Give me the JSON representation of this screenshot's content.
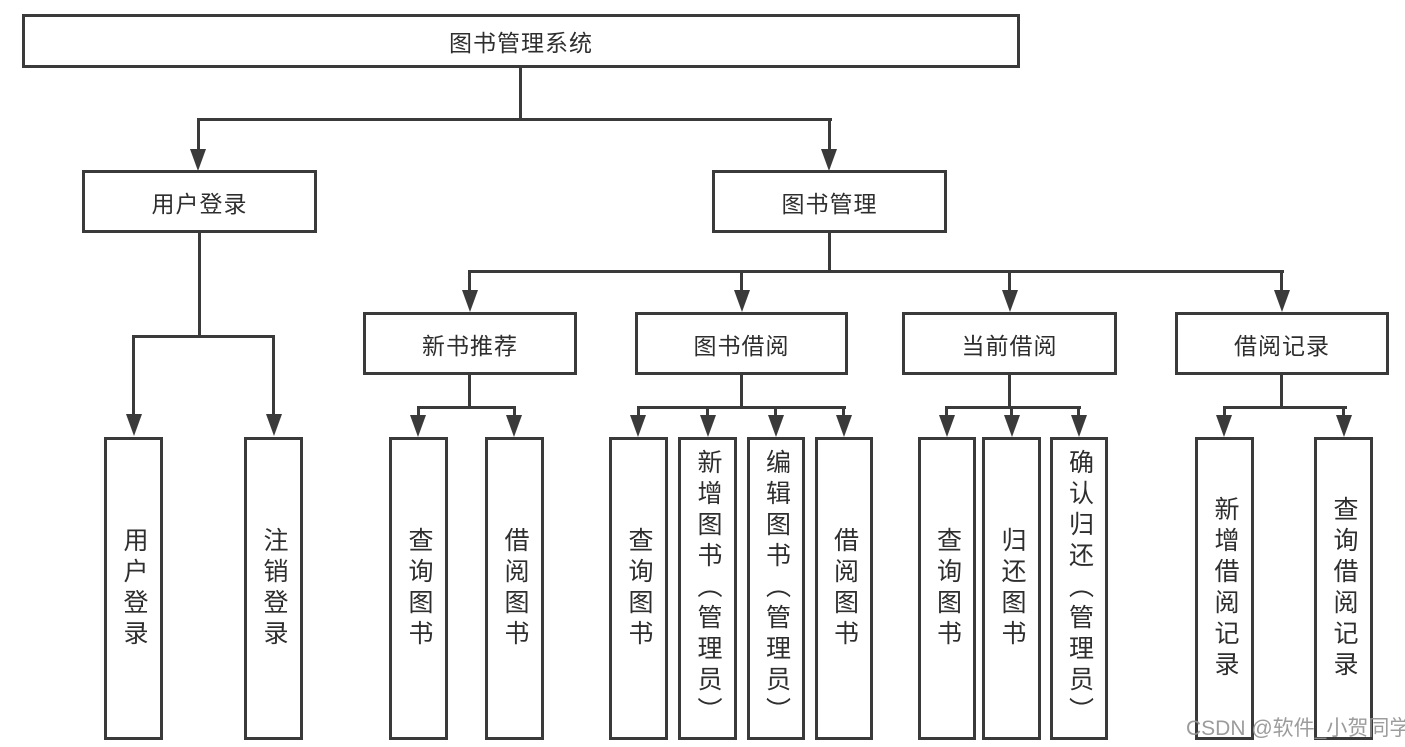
{
  "title": "图书管理系统",
  "level2": {
    "user_login": "用户登录",
    "book_mgmt": "图书管理"
  },
  "user_login_children": {
    "login": "用户登录",
    "logout": "注销登录"
  },
  "level3": {
    "new_books": "新书推荐",
    "borrowing": "图书借阅",
    "current": "当前借阅",
    "records": "借阅记录"
  },
  "new_books_children": {
    "query": "查询图书",
    "borrow": "借阅图书"
  },
  "borrowing_children": {
    "query": "查询图书",
    "add": "新增图书（管理员）",
    "edit": "编辑图书（管理员）",
    "borrow": "借阅图书"
  },
  "current_children": {
    "query": "查询图书",
    "return": "归还图书",
    "confirm": "确认归还（管理员）"
  },
  "records_children": {
    "add": "新增借阅记录",
    "query": "查询借阅记录"
  },
  "watermark": "CSDN @软件_小贺同学",
  "colors": {
    "line": "#3a3a3a",
    "text": "#2e2e2e",
    "watermark": "#949494",
    "background": "#ffffff"
  }
}
